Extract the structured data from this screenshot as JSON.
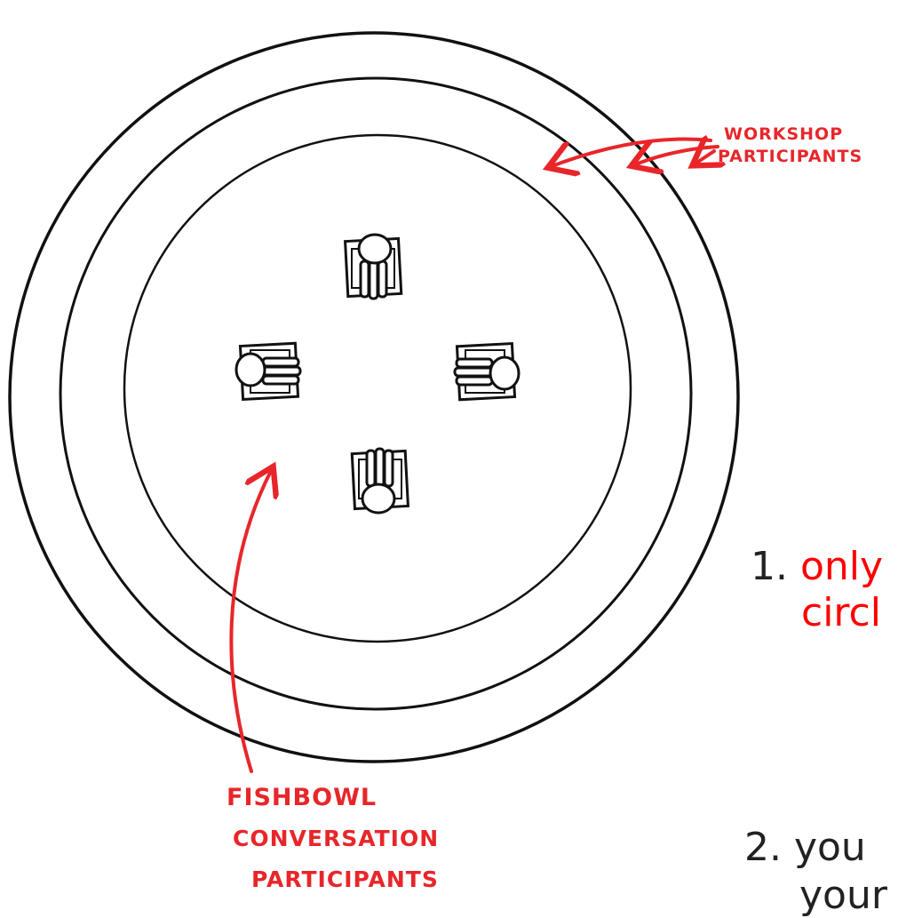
{
  "labels": {
    "workshop_line1": "WORKSHOP",
    "workshop_line2": "PARTICIPANTS",
    "fishbowl_line1": "FISHBOWL",
    "fishbowl_line2": "CONVERSATION",
    "fishbowl_line3": "PARTICIPANTS"
  },
  "slide_text": {
    "item1_number": "1.",
    "item1_line1": "only",
    "item1_line2": "circl",
    "item2_line1": "2. you",
    "item2_line2": "your"
  },
  "colors": {
    "annotation": "#e8262a",
    "ink": "#111111",
    "slide_text": "#222222",
    "highlight": "#ff0000"
  }
}
